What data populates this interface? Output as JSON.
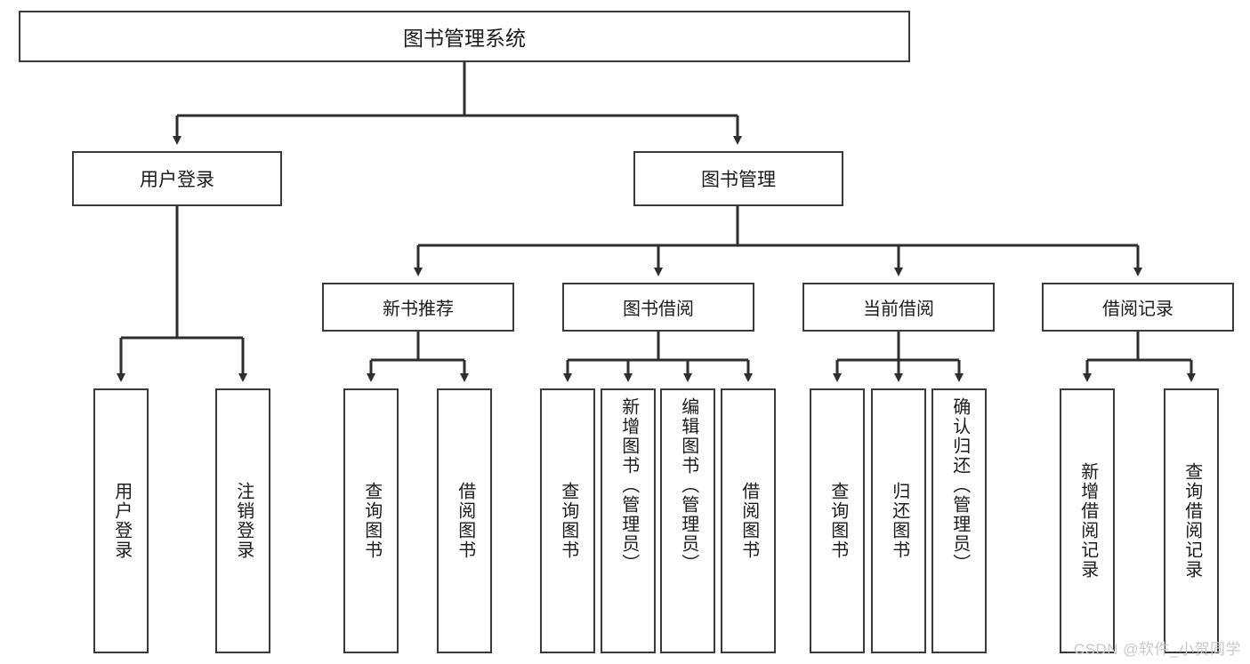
{
  "diagram": {
    "type": "tree",
    "title": "图书管理系统",
    "root": {
      "label": "图书管理系统"
    },
    "level2": [
      {
        "label": "用户登录"
      },
      {
        "label": "图书管理"
      }
    ],
    "level3": [
      {
        "label": "新书推荐"
      },
      {
        "label": "图书借阅"
      },
      {
        "label": "当前借阅"
      },
      {
        "label": "借阅记录"
      }
    ],
    "leaves": [
      {
        "label": "用户登录",
        "parent": "用户登录"
      },
      {
        "label": "注销登录",
        "parent": "用户登录"
      },
      {
        "label": "查询图书",
        "parent": "新书推荐"
      },
      {
        "label": "借阅图书",
        "parent": "新书推荐"
      },
      {
        "label": "查询图书",
        "parent": "图书借阅"
      },
      {
        "label": "新增图书（管理员）",
        "parent": "图书借阅"
      },
      {
        "label": "编辑图书（管理员）",
        "parent": "图书借阅"
      },
      {
        "label": "借阅图书",
        "parent": "图书借阅"
      },
      {
        "label": "查询图书",
        "parent": "当前借阅"
      },
      {
        "label": "归还图书",
        "parent": "当前借阅"
      },
      {
        "label": "确认归还（管理员）",
        "parent": "当前借阅"
      },
      {
        "label": "新增借阅记录",
        "parent": "借阅记录"
      },
      {
        "label": "查询借阅记录",
        "parent": "借阅记录"
      }
    ]
  },
  "watermark": {
    "text": "CSDN @软件_小贺同学"
  },
  "colors": {
    "border": "#3a3a3a",
    "text": "#1b1b1b",
    "background": "#ffffff",
    "watermark": "#c9c9c9"
  }
}
